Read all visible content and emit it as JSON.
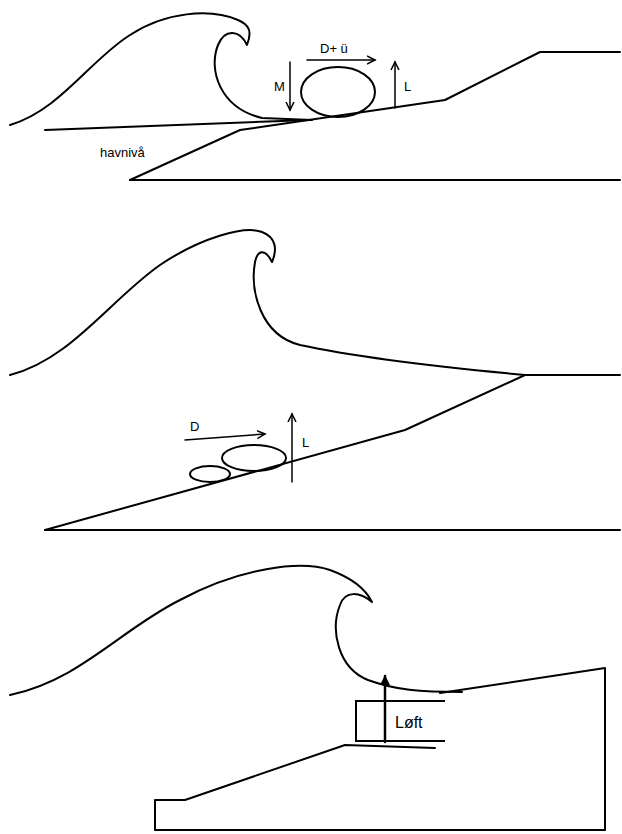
{
  "diagram": {
    "nodes": [
      {
        "text": [
          "Løft"
        ]
      }
    ],
    "labels": [
      "M",
      "D+ ü",
      "L",
      "havnivå",
      "D",
      "L"
    ]
  }
}
